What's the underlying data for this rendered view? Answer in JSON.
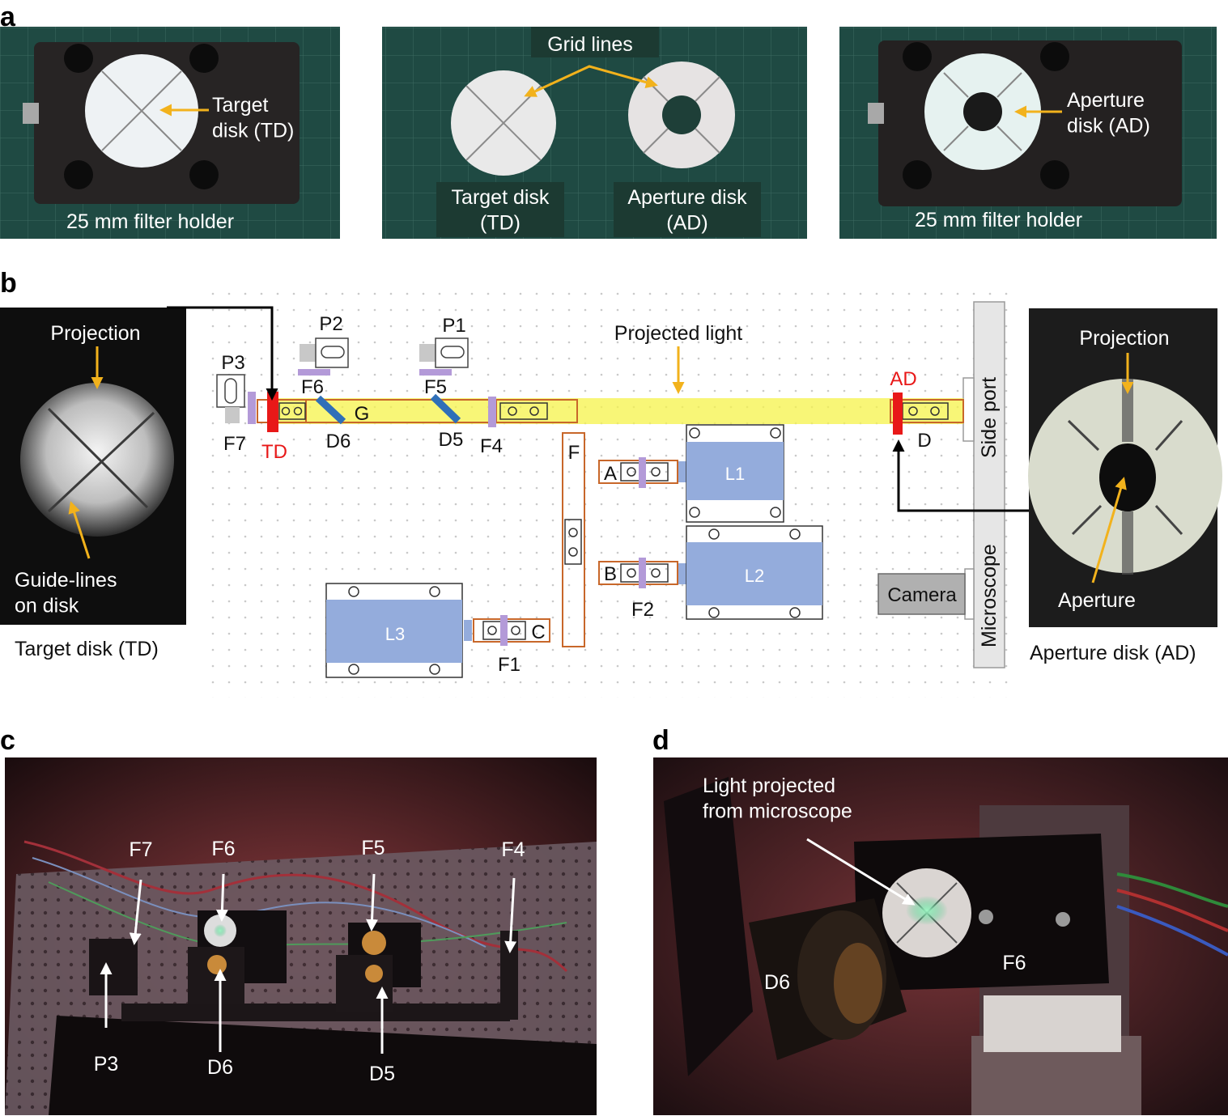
{
  "colors": {
    "arrow_orange": "#f2b21c",
    "beam_yellow": "#f6f34a",
    "lens_blue": "#94acdc",
    "rail_orange": "#c8672a",
    "filter_purple": "#b39ad8",
    "mirror_blue": "#2f6fb8",
    "disk_red": "#e81818",
    "dark_label_bg": "#1c3a32"
  },
  "panels": {
    "a": {
      "letter": "a",
      "photo1": {
        "target_label": "Target\ndisk (TD)",
        "holder_label": "25 mm filter holder"
      },
      "photo2": {
        "grid_lines": "Grid lines",
        "target_disk": "Target disk\n(TD)",
        "aperture_disk": "Aperture disk\n(AD)"
      },
      "photo3": {
        "aperture_label": "Aperture\ndisk (AD)",
        "holder_label": "25 mm filter holder"
      }
    },
    "b": {
      "letter": "b",
      "left_photo": {
        "projection": "Projection",
        "guide_lines": "Guide-lines\non disk",
        "caption": "Target disk (TD)"
      },
      "right_photo": {
        "projection": "Projection",
        "aperture": "Aperture",
        "caption": "Aperture disk (AD)"
      },
      "diagram": {
        "P1": "P1",
        "P2": "P2",
        "P3": "P3",
        "F1": "F1",
        "F2": "F2",
        "F4": "F4",
        "F5": "F5",
        "F6": "F6",
        "F7": "F7",
        "D": "D",
        "D5": "D5",
        "D6": "D6",
        "G": "G",
        "F": "F",
        "A": "A",
        "B": "B",
        "C": "C",
        "TD": "TD",
        "AD": "AD",
        "L1": "L1",
        "L2": "L2",
        "L3": "L3",
        "projected_light": "Projected light",
        "side_port": "Side port",
        "microscope": "Microscope",
        "camera": "Camera"
      }
    },
    "c": {
      "letter": "c",
      "labels": {
        "F7": "F7",
        "F6": "F6",
        "F5": "F5",
        "F4": "F4",
        "P3": "P3",
        "D6": "D6",
        "D5": "D5"
      }
    },
    "d": {
      "letter": "d",
      "labels": {
        "light": "Light projected\nfrom microscope",
        "D6": "D6",
        "F6": "F6"
      }
    }
  }
}
